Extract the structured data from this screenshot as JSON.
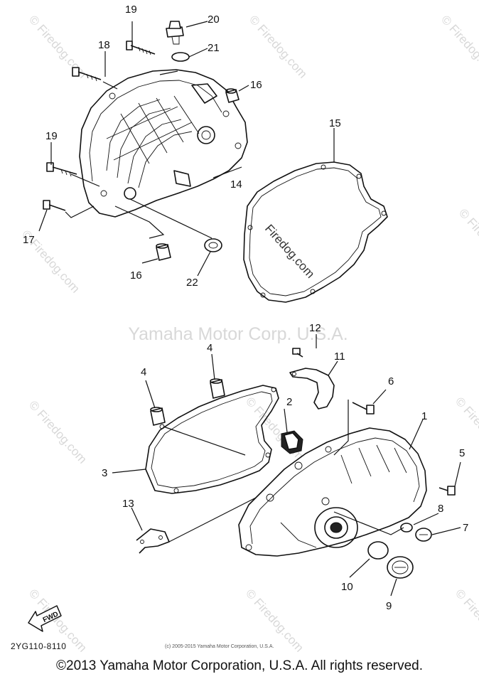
{
  "watermark": {
    "center_text": "Yamaha Motor Corp. U.S.A.",
    "site_text": "© Firedog.com",
    "site_text_plain": "Firedog.com"
  },
  "labels": {
    "p1": "1",
    "p2": "2",
    "p3": "3",
    "p4a": "4",
    "p4b": "4",
    "p5": "5",
    "p6": "6",
    "p7": "7",
    "p8": "8",
    "p9": "9",
    "p10": "10",
    "p11": "11",
    "p12": "12",
    "p13": "13",
    "p14": "14",
    "p15": "15",
    "p16a": "16",
    "p16b": "16",
    "p17": "17",
    "p18": "18",
    "p19a": "19",
    "p19b": "19",
    "p20": "20",
    "p21": "21",
    "p22": "22"
  },
  "fwd_label": "FWD",
  "diagram_code": "2YG110-8110",
  "small_copyright": "(c) 2005-2015 Yamaha Motor Corporation, U.S.A.",
  "copyright": "©2013 Yamaha Motor Corporation, U.S.A. All rights reserved."
}
